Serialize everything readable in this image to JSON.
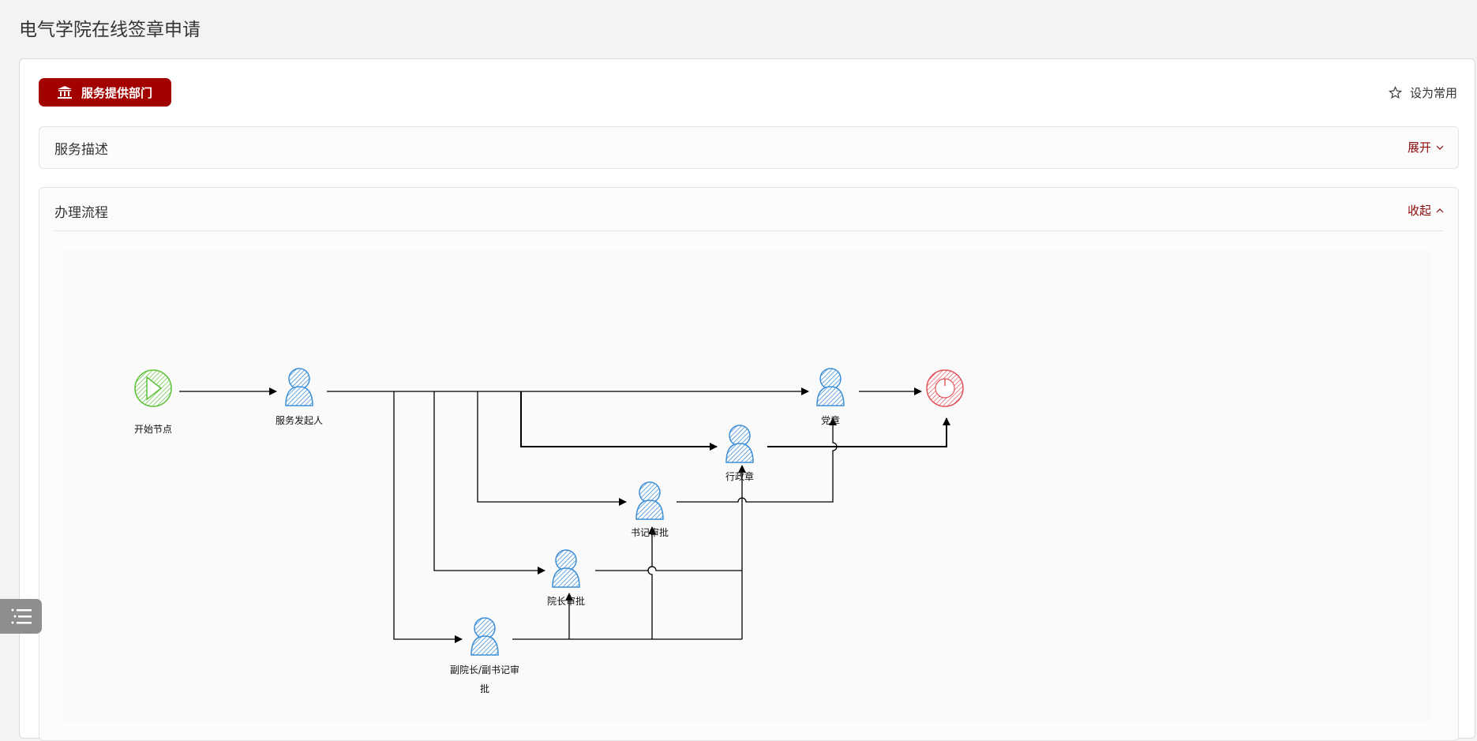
{
  "page": {
    "title": "电气学院在线签章申请"
  },
  "header": {
    "dept_badge": "服务提供部门",
    "favorite_label": "设为常用"
  },
  "sections": [
    {
      "title": "服务描述",
      "toggle": "展开",
      "state": "collapsed"
    },
    {
      "title": "办理流程",
      "toggle": "收起",
      "state": "expanded"
    }
  ],
  "flow": {
    "nodes": {
      "start": "开始节点",
      "initiator": "服务发起人",
      "party_seal": "党章",
      "admin_seal": "行政章",
      "secretary": "书记审批",
      "dean": "院长审批",
      "vice": "副院长/副书记审",
      "vice_2": "批"
    }
  },
  "colors": {
    "brand": "#a30000",
    "accent_text": "#8b0a0a",
    "start": "#5cc23a",
    "end": "#e0545a",
    "user": "#3f8fd6"
  }
}
